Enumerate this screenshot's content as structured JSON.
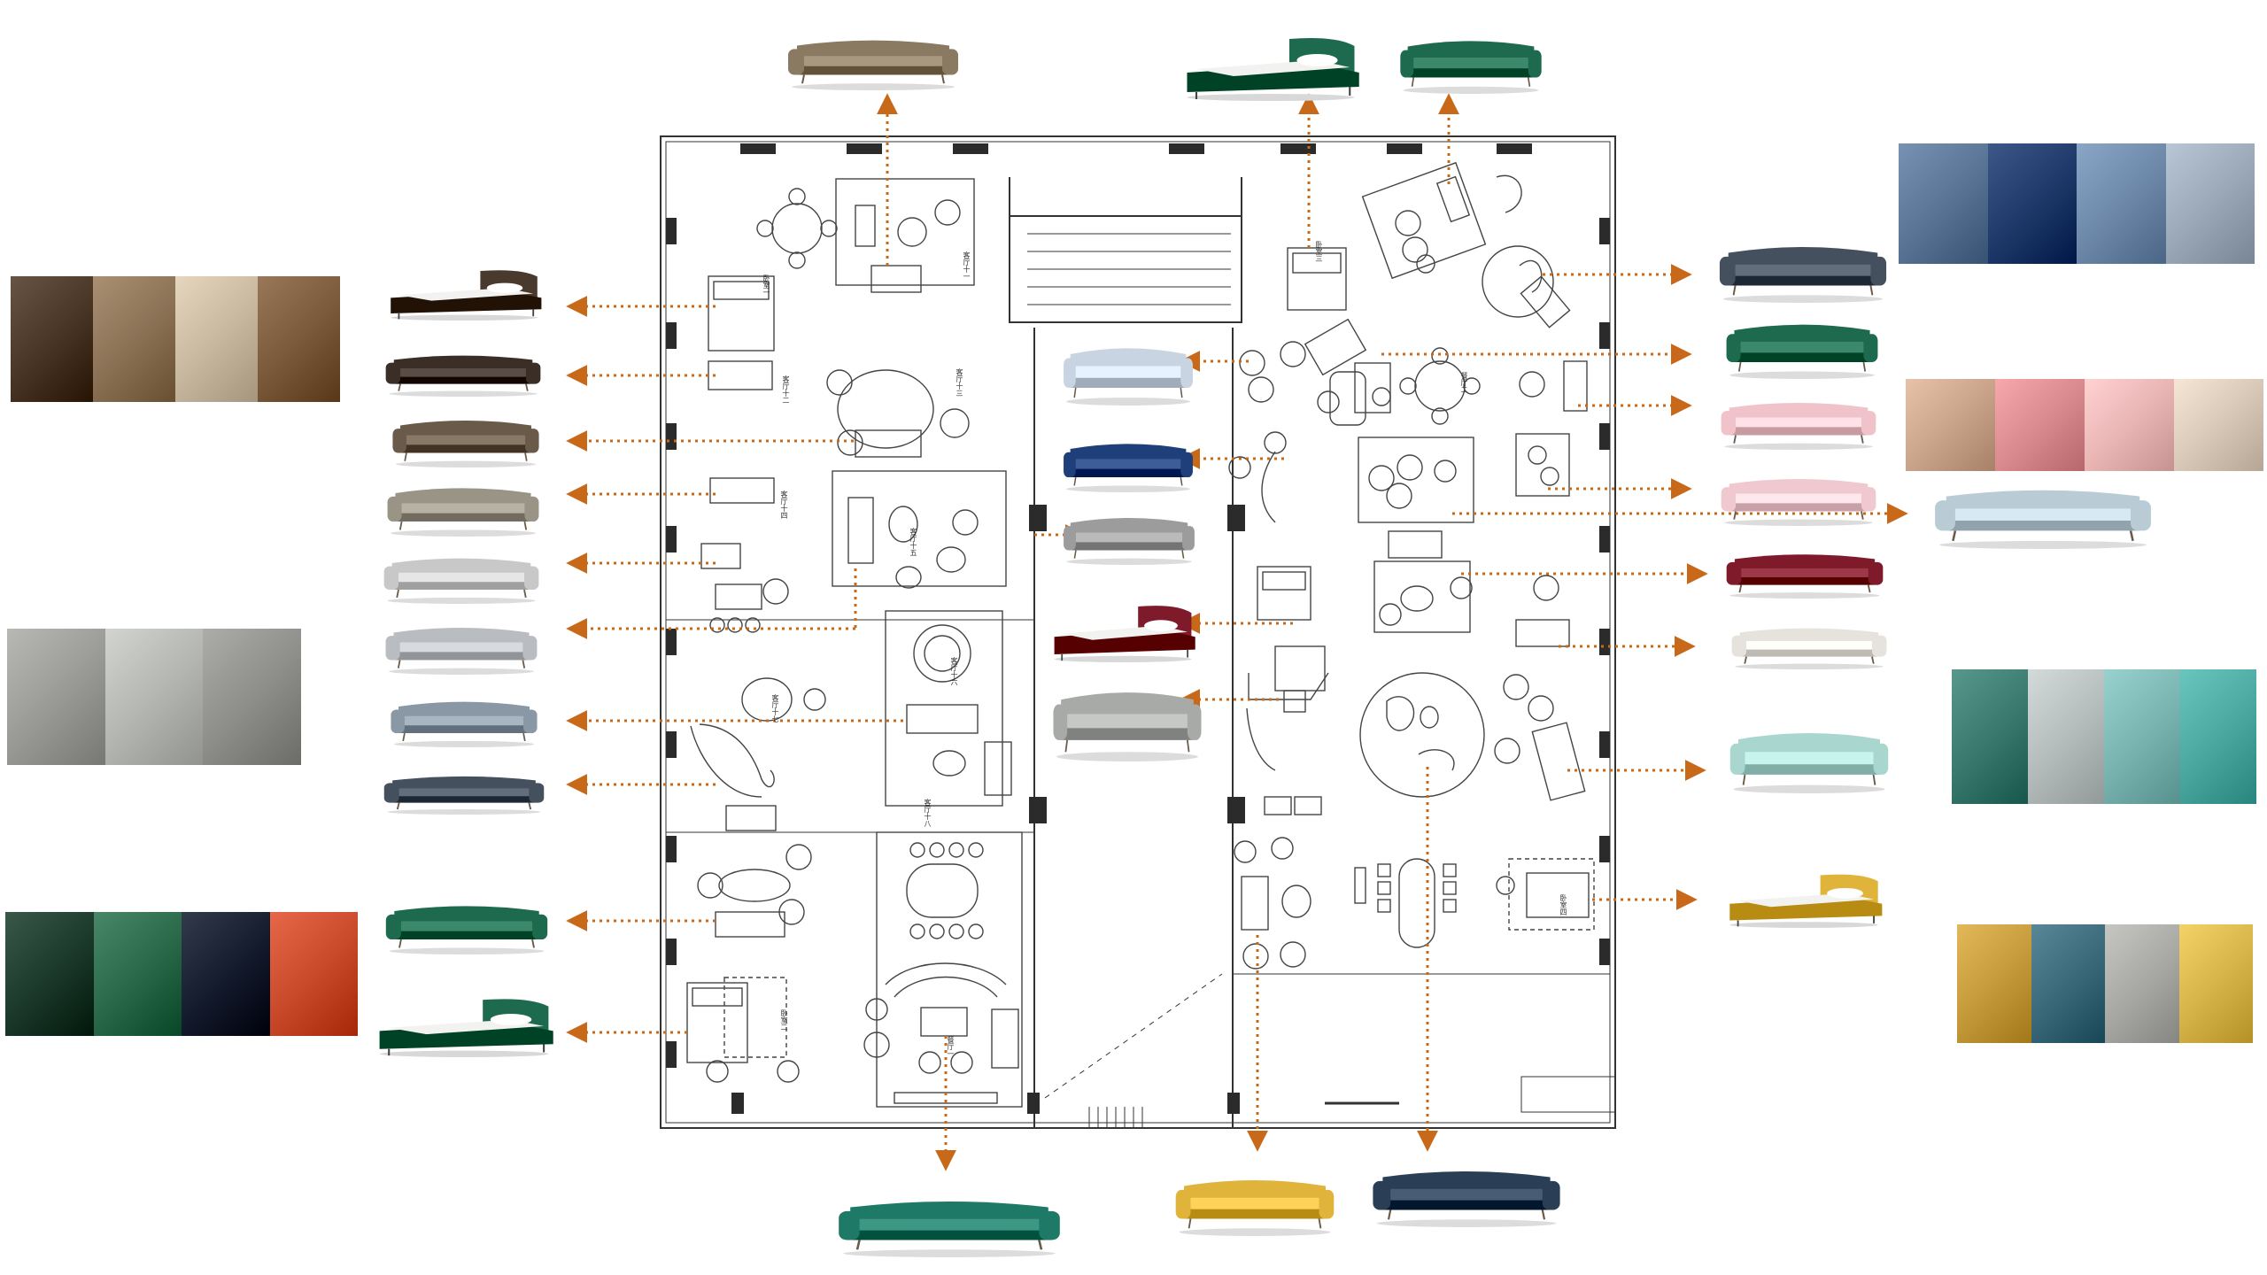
{
  "canvas": {
    "background": "#ffffff"
  },
  "colors": {
    "arrow": "#c8691a",
    "plan_line": "#333333",
    "wall_fill": "#2b2b2b",
    "green_velvet": "#1e6a4e",
    "navy": "#1f3f7a",
    "blush_pink": "#efc3c9",
    "burgundy": "#7e1a2a",
    "mustard": "#e0b43a",
    "grey_fabric": "#b9b9b9",
    "teal_grey": "#7e96a3",
    "charcoal": "#45505e"
  },
  "floor_plan": {
    "room_labels": [
      "客厅十一",
      "客厅十二",
      "客厅十三",
      "客厅十四",
      "客厅十五",
      "客厅十六",
      "客厅十七",
      "客厅十八",
      "卧室一",
      "卧室二",
      "卧室三",
      "卧室四",
      "餐厅一",
      "餐厅二"
    ]
  },
  "products": [
    {
      "id": "top-brown-sofa",
      "color": "#8a7a62",
      "kind": "sofa"
    },
    {
      "id": "top-green-bed",
      "color": "#1e6a4e",
      "kind": "bed"
    },
    {
      "id": "top-green-sofa",
      "color": "#1e6a4e",
      "kind": "sofa"
    },
    {
      "id": "left-brown-bed",
      "color": "#4a3a2e",
      "kind": "bed"
    },
    {
      "id": "left-black-leather-sofa",
      "color": "#3a2e26",
      "kind": "sofa"
    },
    {
      "id": "left-striped-sofa",
      "color": "#6a5a4a",
      "kind": "sofa"
    },
    {
      "id": "left-taupe-sofa",
      "color": "#9a9486",
      "kind": "sofa"
    },
    {
      "id": "left-grey-sofa-red-pillow",
      "color": "#c8c8c8",
      "kind": "sofa"
    },
    {
      "id": "left-light-grey-sofa",
      "color": "#b9bcc0",
      "kind": "sofa"
    },
    {
      "id": "left-grey-blue-sofa",
      "color": "#8a98a6",
      "kind": "sofa"
    },
    {
      "id": "left-navy-curved-sofa",
      "color": "#45505e",
      "kind": "sofa"
    },
    {
      "id": "left-green-sectional",
      "color": "#1e6a4e",
      "kind": "sofa"
    },
    {
      "id": "left-green-bed",
      "color": "#1e6a4e",
      "kind": "bed"
    },
    {
      "id": "center-light-blue-sofa",
      "color": "#c9d4e2",
      "kind": "sofa"
    },
    {
      "id": "center-navy-sofa",
      "color": "#1f3f7a",
      "kind": "sofa"
    },
    {
      "id": "center-grey-sofa",
      "color": "#9c9c9c",
      "kind": "sofa"
    },
    {
      "id": "center-burgundy-bed",
      "color": "#7e1a2a",
      "kind": "bed"
    },
    {
      "id": "center-grey-sectional",
      "color": "#a8aaa8",
      "kind": "sofa"
    },
    {
      "id": "right-charcoal-sofa",
      "color": "#45505e",
      "kind": "sofa"
    },
    {
      "id": "right-green-sofa",
      "color": "#1e6a4e",
      "kind": "sofa"
    },
    {
      "id": "right-pink-sofa",
      "color": "#efc3c9",
      "kind": "sofa"
    },
    {
      "id": "right-blush-sofa",
      "color": "#f0c9d0",
      "kind": "sofa"
    },
    {
      "id": "right-pastel-sectional",
      "color": "#b9ccd6",
      "kind": "sofa"
    },
    {
      "id": "right-burgundy-sofa",
      "color": "#7e1a2a",
      "kind": "sofa"
    },
    {
      "id": "right-white-sofa",
      "color": "#e6e2dc",
      "kind": "sofa"
    },
    {
      "id": "right-teal-sectional",
      "color": "#a9d6cf",
      "kind": "sofa"
    },
    {
      "id": "right-yellow-bed",
      "color": "#e0b43a",
      "kind": "bed"
    },
    {
      "id": "bottom-teal-sofa",
      "color": "#1e7a66",
      "kind": "sofa"
    },
    {
      "id": "bottom-yellow-sofa",
      "color": "#e0b43a",
      "kind": "sofa"
    },
    {
      "id": "bottom-navy-white-chaises",
      "color": "#2a3f56",
      "kind": "sofa"
    }
  ],
  "moodboards": [
    {
      "id": "moodboard-brown-bronze",
      "tiles": [
        "#4a3626",
        "#8b7255",
        "#c8b8a0",
        "#7a5a3a"
      ]
    },
    {
      "id": "moodboard-grey-marble",
      "tiles": [
        "#9a9a96",
        "#b4b6b2",
        "#8e8e8a"
      ]
    },
    {
      "id": "moodboard-green-peacock",
      "tiles": [
        "#1c3a2c",
        "#2a6a4a",
        "#141c2e",
        "#c84a2a"
      ]
    },
    {
      "id": "moodboard-blue-navy",
      "tiles": [
        "#5a7496",
        "#1f3a6a",
        "#6d88a8",
        "#9aa8b8"
      ]
    },
    {
      "id": "moodboard-pink-pastel",
      "tiles": [
        "#c9a48a",
        "#d88a8e",
        "#e9b4b4",
        "#d8c8b8"
      ]
    },
    {
      "id": "moodboard-teal-glass",
      "tiles": [
        "#3a7a6e",
        "#b4bcbc",
        "#7ab4b0",
        "#4aa8a0"
      ]
    },
    {
      "id": "moodboard-yellow-marble",
      "tiles": [
        "#c49a3a",
        "#3a6a7a",
        "#a8a8a4",
        "#d6b44a"
      ]
    }
  ]
}
